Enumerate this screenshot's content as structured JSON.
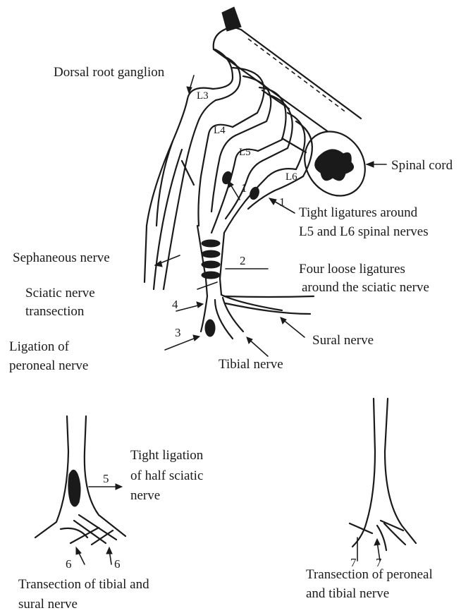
{
  "labels": {
    "dorsal_root_ganglion": "Dorsal root ganglion",
    "spinal_cord": "Spinal cord",
    "tight_ligatures_l1": "Tight ligatures around",
    "tight_ligatures_l2": "L5 and L6 spinal nerves",
    "saphenous": "Sephaneous nerve",
    "loose_l1": "Four loose ligatures",
    "loose_l2": "around the sciatic nerve",
    "sciatic_transection_l1": "Sciatic nerve",
    "sciatic_transection_l2": "transection",
    "sural": "Sural nerve",
    "peroneal_ligation_l1": "Ligation of",
    "peroneal_ligation_l2": "peroneal nerve",
    "tibial": "Tibial nerve",
    "half_sciatic_l1": "Tight ligation",
    "half_sciatic_l2": "of half sciatic",
    "half_sciatic_l3": "nerve",
    "tibial_sural_transection_l1": "Transection of tibial and",
    "tibial_sural_transection_l2": "sural nerve",
    "peroneal_tibial_transection_l1": "Transection of peroneal",
    "peroneal_tibial_transection_l2": "and tibial nerve"
  },
  "segments": [
    "L3",
    "L4",
    "L5",
    "L6"
  ],
  "markers": [
    "1",
    "1",
    "2",
    "3",
    "4",
    "5",
    "6",
    "6",
    "7",
    "7"
  ]
}
